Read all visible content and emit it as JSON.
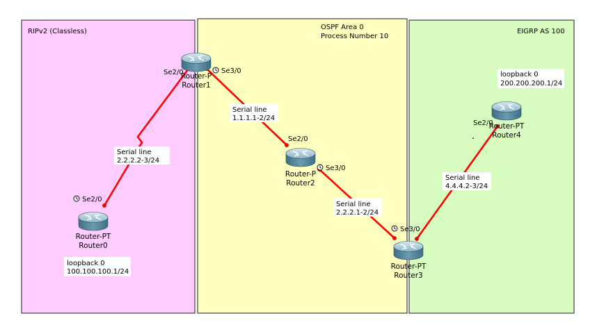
{
  "areas": [
    {
      "id": "rip",
      "title": "RIPv2 (Classless)",
      "fill": "#ffccff"
    },
    {
      "id": "ospf",
      "title_line1": "OSPF Area 0",
      "title_line2": "Process Number 10",
      "fill": "#ffffc0"
    },
    {
      "id": "eigrp",
      "title": "EIGRP AS 100",
      "fill": "#d8fcc0"
    }
  ],
  "routers": [
    {
      "id": "router0",
      "type": "Router-PT",
      "name": "Router0"
    },
    {
      "id": "router1",
      "type": "Router-P",
      "name": "Router1"
    },
    {
      "id": "router2",
      "type": "Router-P",
      "name": "Router2"
    },
    {
      "id": "router3",
      "type": "Router-PT",
      "name": "Router3"
    },
    {
      "id": "router4",
      "type": "Router-PT",
      "name": "Router4"
    }
  ],
  "links": [
    {
      "id": "r0-r1",
      "line1": "Serial line",
      "line2": "2.2.2.2-3/24"
    },
    {
      "id": "r1-r2",
      "line1": "Serial line",
      "line2": "1.1.1.1-2/24"
    },
    {
      "id": "r2-r3",
      "line1": "Serial line",
      "line2": "2.2.2.1-2/24"
    },
    {
      "id": "r3-r4",
      "line1": "Serial line",
      "line2": "4.4.4.2-3/24"
    }
  ],
  "ports": {
    "r0_se20": "Se2/0",
    "r1_se20": "Se2/0",
    "r1_se30": "Se3/0",
    "r2_se20": "Se2/0",
    "r2_se30": "Se3/0",
    "r3_se30": "Se3/0",
    "r4_se20": "Se2/0"
  },
  "notes": {
    "loopback0_r0_line1": "loopback 0",
    "loopback0_r0_line2": "100.100.100.1/24",
    "loopback0_r4_line1": "loopback 0",
    "loopback0_r4_line2": "200.200.200.1/24"
  },
  "colors": {
    "link": "#ff0000",
    "border": "#404040",
    "router_body": "#5f8fa6",
    "router_top": "#a9c8d6"
  }
}
